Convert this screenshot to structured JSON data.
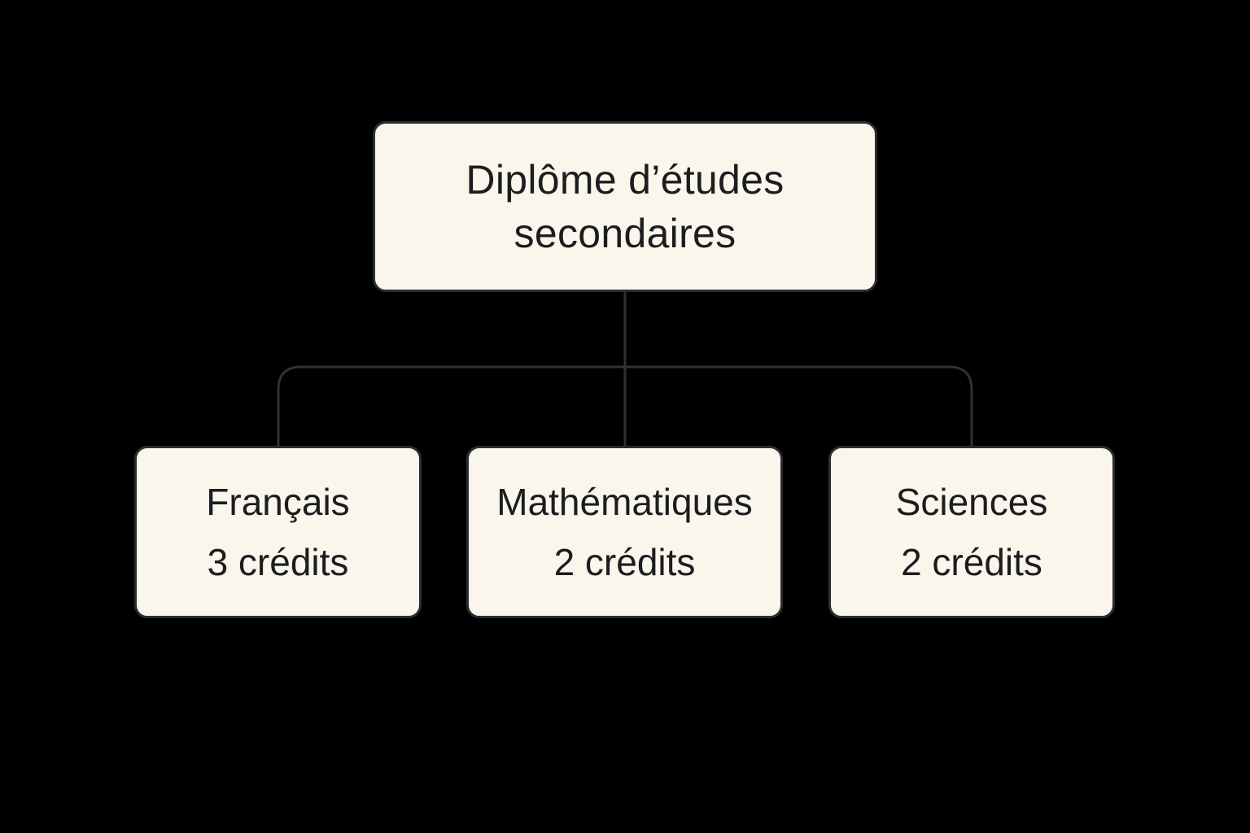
{
  "colors": {
    "background": "#000000",
    "box_fill": "#fbf6ec",
    "box_border": "#2a2d2f",
    "connector": "#2f3234",
    "text": "#1b1d1f"
  },
  "root": {
    "line1": "Diplôme d’études",
    "line2": "secondaires"
  },
  "children": [
    {
      "subject": "Français",
      "credits": "3 crédits"
    },
    {
      "subject": "Mathématiques",
      "credits": "2 crédits"
    },
    {
      "subject": "Sciences",
      "credits": "2 crédits"
    }
  ]
}
